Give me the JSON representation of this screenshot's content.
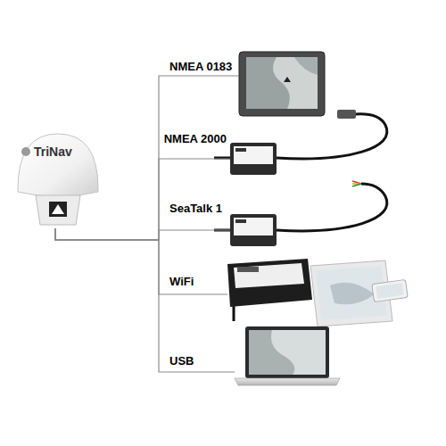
{
  "diagram": {
    "nodes": [
      {
        "text": [
          "TriNav"
        ]
      },
      {
        "text": [
          "NMEA 0183"
        ]
      },
      {
        "text": [
          "NMEA 2000"
        ]
      },
      {
        "text": [
          "SeaTalk 1"
        ]
      },
      {
        "text": [
          "WiFi"
        ]
      },
      {
        "text": [
          "USB"
        ]
      }
    ],
    "edges": [
      {
        "from": 0,
        "to": 1,
        "arrow": "none"
      },
      {
        "from": 0,
        "to": 2,
        "arrow": "none"
      },
      {
        "from": 0,
        "to": 3,
        "arrow": "none"
      },
      {
        "from": 0,
        "to": 4,
        "arrow": "none"
      },
      {
        "from": 0,
        "to": 5,
        "arrow": "none"
      }
    ]
  }
}
